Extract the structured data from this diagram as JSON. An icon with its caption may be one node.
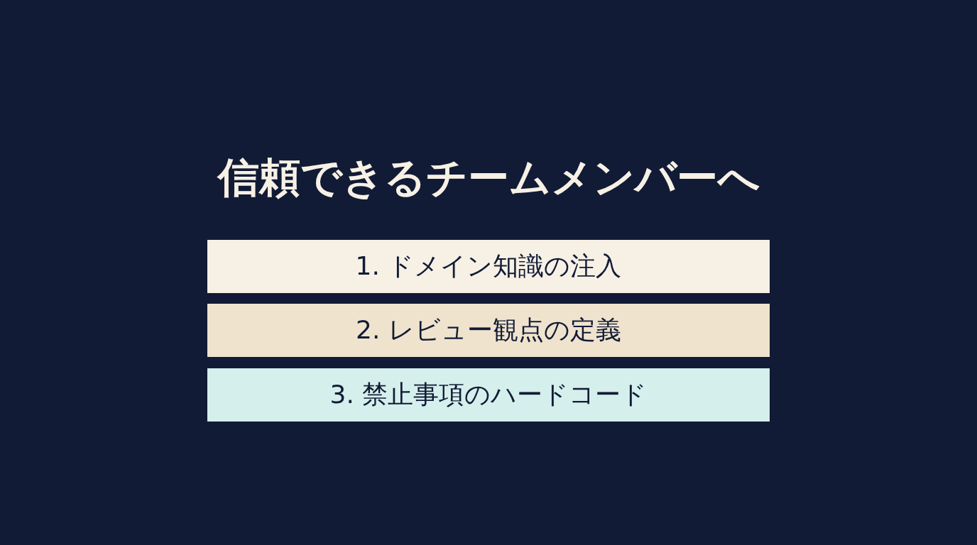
{
  "diagram": {
    "title": "信頼できるチームメンバーへ",
    "nodes": [
      {
        "text": [
          "1. ドメイン知識の注入"
        ]
      },
      {
        "text": [
          "2. レビュー観点の定義"
        ]
      },
      {
        "text": [
          "3. 禁止事項のハードコード"
        ]
      }
    ]
  }
}
